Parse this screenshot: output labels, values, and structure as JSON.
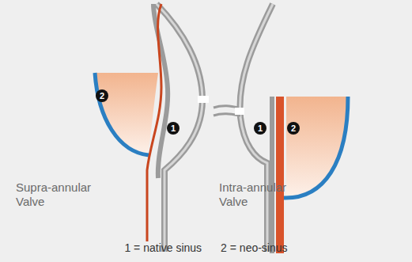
{
  "diagram": {
    "labels": [
      "2",
      "1",
      "Supra-annular Valve",
      "1",
      "2",
      "Intra-annular Valve",
      "1 = native sinus",
      "2 = neo-sinus"
    ]
  }
}
